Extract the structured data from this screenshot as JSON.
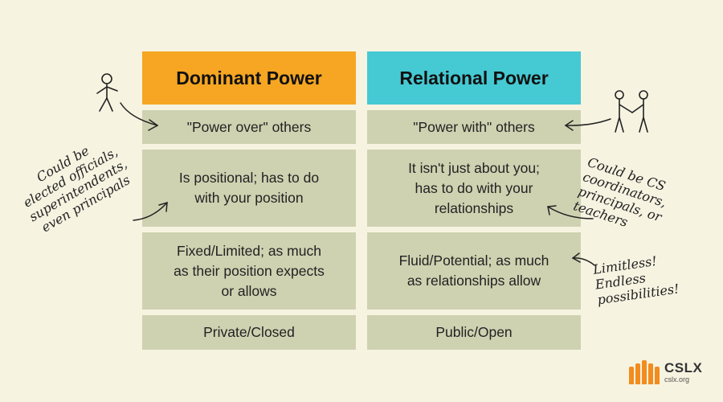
{
  "headers": {
    "left": "Dominant Power",
    "right": "Relational Power"
  },
  "rows": [
    {
      "left": "\"Power over\" others",
      "right": "\"Power with\" others"
    },
    {
      "left": "Is positional; has to do\nwith your position",
      "right": "It isn't just about you;\nhas to do with your\nrelationships"
    },
    {
      "left": "Fixed/Limited; as much\nas their position expects\nor allows",
      "right": "Fluid/Potential; as much\nas relationships allow"
    },
    {
      "left": "Private/Closed",
      "right": "Public/Open"
    }
  ],
  "annotations": {
    "left": "Could be\nelected officials,\nsuperintendents,\neven principals",
    "right_top": "Could be CS\ncoordinators,\nprincipals, or\nteachers",
    "right_bottom": "Limitless!\nEndless\npossibilities!"
  },
  "logo": {
    "name": "CSLX",
    "url": "cslx.org"
  },
  "colors": {
    "background": "#f6f3e1",
    "dominant": "#f6a623",
    "relational": "#45c9d3",
    "cell": "#cfd2b1",
    "logo": "#f28c1e"
  },
  "icons": [
    "stick-figure-icon",
    "handshake-figures-icon",
    "arrow-icon"
  ]
}
